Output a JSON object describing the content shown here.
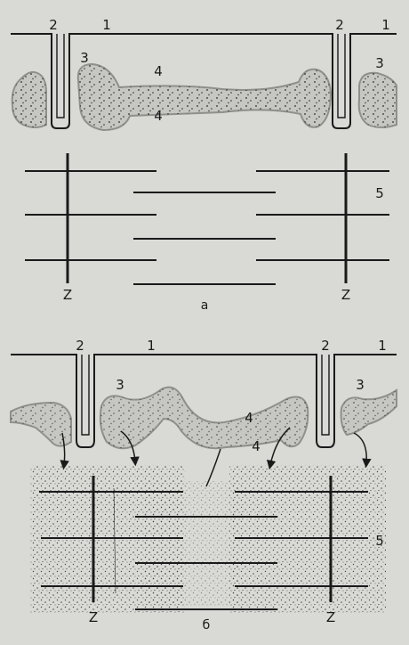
{
  "panel_a": {
    "labels": {
      "membrane": "1",
      "t_tubule_left": "2",
      "t_tubule_right": "2",
      "membrane_right": "1",
      "cistern_left": "3",
      "cistern_right": "3",
      "reticulum_top": "4",
      "reticulum_bottom": "4",
      "filaments": "5",
      "z_left": "Z",
      "z_right": "Z",
      "caption": "a"
    }
  },
  "panel_b": {
    "labels": {
      "membrane": "1",
      "t_tubule_left": "2",
      "t_tubule_right": "2",
      "membrane_right": "1",
      "cistern_left": "3",
      "cistern_right": "3",
      "reticulum_top": "4",
      "reticulum_bottom": "4",
      "filaments": "5",
      "z_left": "Z",
      "z_right": "Z",
      "caption": "б"
    }
  },
  "colors": {
    "background": "#d9d9d6",
    "line": "#1a1a1a",
    "reticulum_fill": "#c6c6c2",
    "reticulum_stroke": "#8f8f8b",
    "dots": "#2a2a2a"
  }
}
